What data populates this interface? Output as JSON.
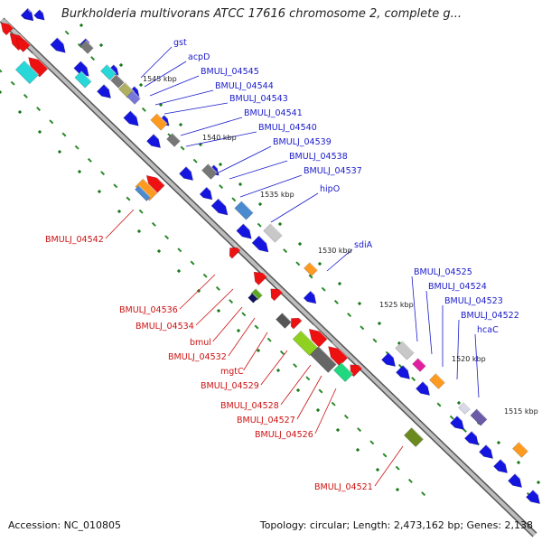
{
  "header": {
    "title": "Burkholderia multivorans ATCC 17616 chromosome 2, complete g..."
  },
  "footer": {
    "accession": "Accession: NC_010805",
    "summary": "Topology: circular; Length: 2,473,162 bp; Genes: 2,138"
  },
  "ticks": [
    {
      "label": "1545 kbp",
      "kbp": 1545
    },
    {
      "label": "1540 kbp",
      "kbp": 1540
    },
    {
      "label": "1535 kbp",
      "kbp": 1535
    },
    {
      "label": "1530 kbp",
      "kbp": 1530
    },
    {
      "label": "1525 kbp",
      "kbp": 1525
    },
    {
      "label": "1520 kbp",
      "kbp": 1520
    },
    {
      "label": "1515 kbp",
      "kbp": 1515
    }
  ],
  "forward_labels": [
    "gst",
    "acpD",
    "BMULJ_04545",
    "BMULJ_04544",
    "BMULJ_04543",
    "BMULJ_04541",
    "BMULJ_04540",
    "BMULJ_04539",
    "BMULJ_04538",
    "BMULJ_04537",
    "hipO",
    "sdiA",
    "BMULJ_04525",
    "BMULJ_04524",
    "BMULJ_04523",
    "BMULJ_04522",
    "hcaC"
  ],
  "reverse_labels": [
    "BMULJ_04542",
    "BMULJ_04536",
    "BMULJ_04534",
    "bmul",
    "BMULJ_04532",
    "mgtC",
    "BMULJ_04529",
    "BMULJ_04528",
    "BMULJ_04527",
    "BMULJ_04526",
    "BMULJ_04521"
  ],
  "colors": {
    "forward_label": "#1a1acc",
    "reverse_label": "#cc1111",
    "forward_gene": "#1515e0",
    "reverse_gene": "#ee1111",
    "backbone": "#888888",
    "tick_dot": "#2a8a2a",
    "cog_dot": "#1a7a1a"
  }
}
